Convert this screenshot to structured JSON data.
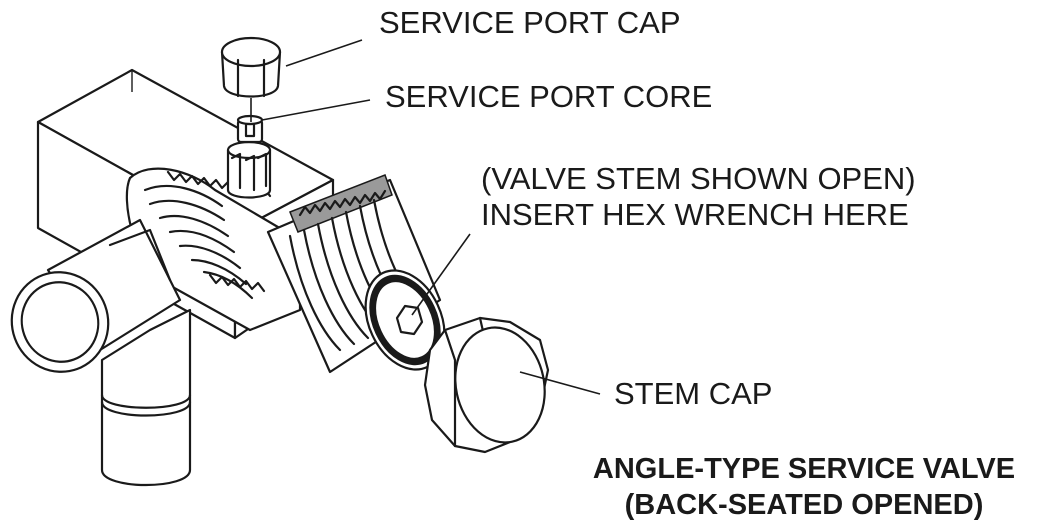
{
  "labels": {
    "service_port_cap": "SERVICE PORT CAP",
    "service_port_core": "SERVICE PORT CORE",
    "valve_stem_note_line1": "(VALVE STEM SHOWN OPEN)",
    "valve_stem_note_line2": "INSERT HEX WRENCH HERE",
    "stem_cap": "STEM CAP"
  },
  "title": {
    "line1": "ANGLE-TYPE SERVICE VALVE",
    "line2": "(BACK-SEATED OPENED)"
  }
}
